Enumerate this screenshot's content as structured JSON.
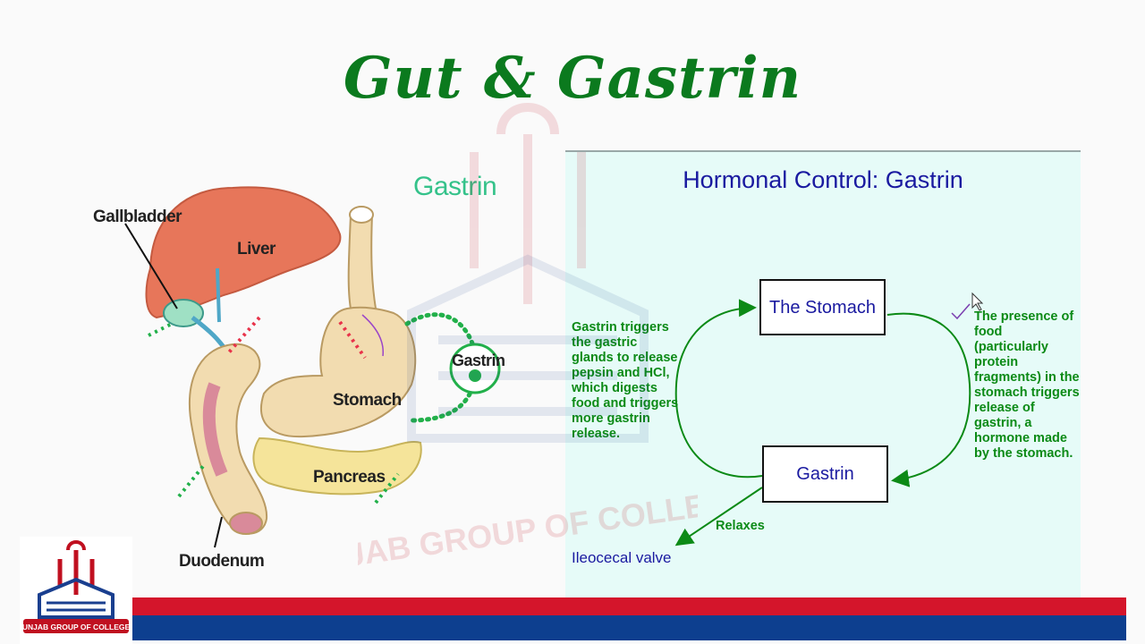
{
  "slide": {
    "title": "Gut & Gastrin"
  },
  "anatomy": {
    "heading": "Gastrin",
    "labels": {
      "gallbladder": "Gallbladder",
      "liver": "Liver",
      "stomach": "Stomach",
      "pancreas": "Pancreas",
      "duodenum": "Duodenum",
      "gastrin": "Gastrin"
    }
  },
  "panel": {
    "title": "Hormonal Control: Gastrin",
    "box_stomach": "The Stomach",
    "box_gastrin": "Gastrin",
    "left_text": "Gastrin triggers the gastric glands to release pepsin and HCl, which digests food and triggers more gastrin release.",
    "right_text": "The presence of food (particularly protein fragments) in the stomach triggers release of gastrin, a hormone made by the stomach.",
    "relaxes": "Relaxes",
    "ileocecal": "Ileocecal valve"
  },
  "branding": {
    "watermark_text": "PUNJAB GROUP OF COLLEGES",
    "logo_text": "PUNJAB GROUP OF COLLEGES"
  },
  "colors": {
    "title_green": "#0b7a1e",
    "flow_green": "#0c8a16",
    "box_text_blue": "#1a1aa0",
    "panel_bg": "#e6fbf8",
    "bar_red": "#d4152b",
    "bar_blue": "#0d3f8f"
  }
}
